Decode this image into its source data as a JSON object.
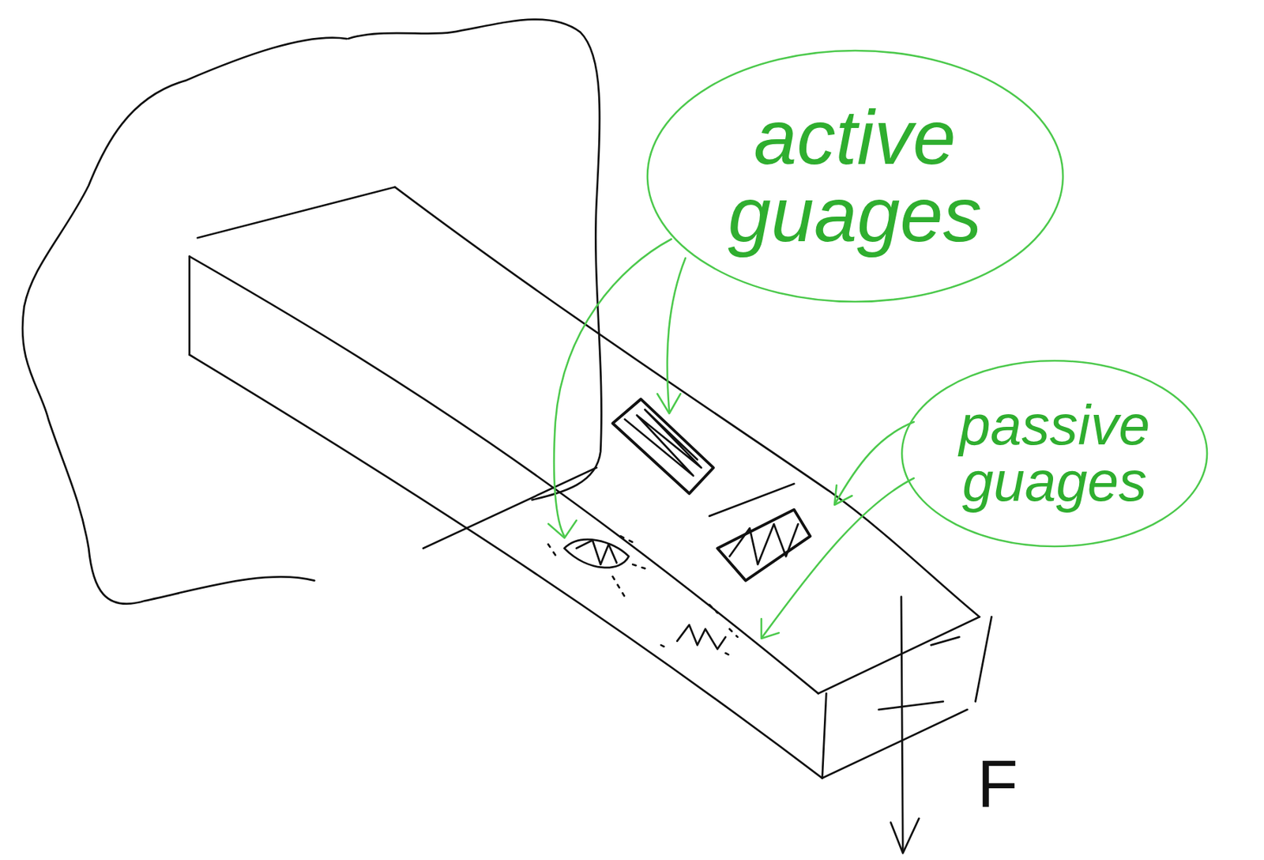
{
  "diagram": {
    "nodes": [
      {
        "text": [
          "active guages"
        ]
      },
      {
        "text": [
          "passive guages"
        ]
      }
    ],
    "labels": [
      "F"
    ]
  }
}
